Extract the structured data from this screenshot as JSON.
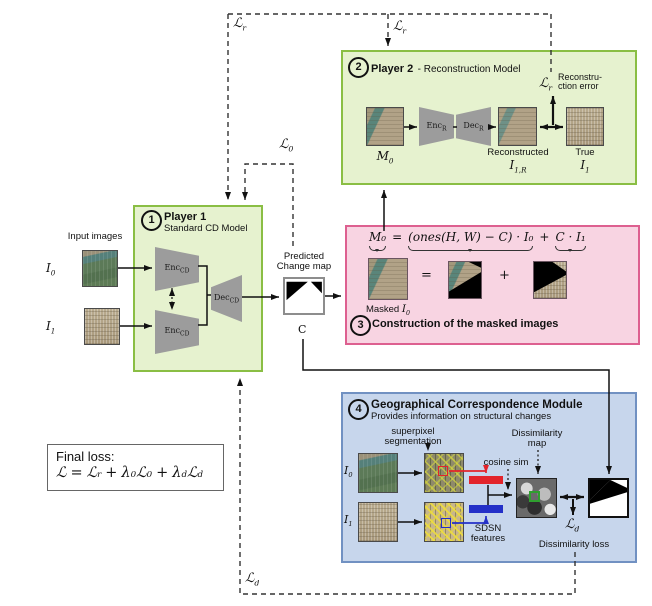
{
  "math": {
    "L": "ℒ",
    "I": "I",
    "M": "M",
    "C_letter": "C",
    "lambda": "λ",
    "sub_r": "r",
    "sub_0": "0",
    "sub_1": "1",
    "sub_d": "d",
    "sub_1R": "1,R",
    "sub_CD": "CD",
    "sub_R": "R",
    "eq": "=",
    "plus": "+",
    "enc": "Enc",
    "dec": "Dec"
  },
  "input_section": {
    "label": "Input images"
  },
  "player1": {
    "number": "1",
    "title": "Player 1",
    "subtitle": "Standard CD Model"
  },
  "pred_map": {
    "label_line1": "Predicted",
    "label_line2": "Change map",
    "output_symbol": "C"
  },
  "player2": {
    "number": "2",
    "title": "Player 2",
    "subtitle": "- Reconstruction Model",
    "reconstructed": "Reconstructed",
    "true_label": "True",
    "error_line1": "Reconstru-",
    "error_line2": "ction error"
  },
  "masked_box": {
    "number": "3",
    "title": "Construction of the masked images",
    "formula_m0": "M₀",
    "formula_eq": "=",
    "formula_mid": "(ones(H, W) − C) · I₀",
    "formula_plus": "+",
    "formula_right": "C · I₁",
    "masked_label_prefix": "Masked",
    "equals": "=",
    "plus": "+"
  },
  "gcm": {
    "number": "4",
    "title": "Geographical Correspondence Module",
    "subtitle": "Provides information on structural changes",
    "superpixel_line1": "superpixel",
    "superpixel_line2": "segmentation",
    "cosine_sim": "cosine sim",
    "dissim_map_line1": "Dissimilarity",
    "dissim_map_line2": "map",
    "sdsn_line1": "SDSN",
    "sdsn_line2": "features",
    "dissim_loss": "Dissimilarity loss"
  },
  "final_loss": {
    "heading": "Final loss:"
  },
  "colors": {
    "player_fill": "#e6f2cf",
    "player_border": "#8abe44",
    "masked_fill": "#f8d4e2",
    "masked_border": "#dd6090",
    "gcm_fill": "#c7d6ec",
    "gcm_border": "#7191c2",
    "trapezoid_gray": "#9c9c9c",
    "red_feature": "#e3242b",
    "blue_feature": "#2430c8",
    "match_square_green": "#2fa02f"
  }
}
